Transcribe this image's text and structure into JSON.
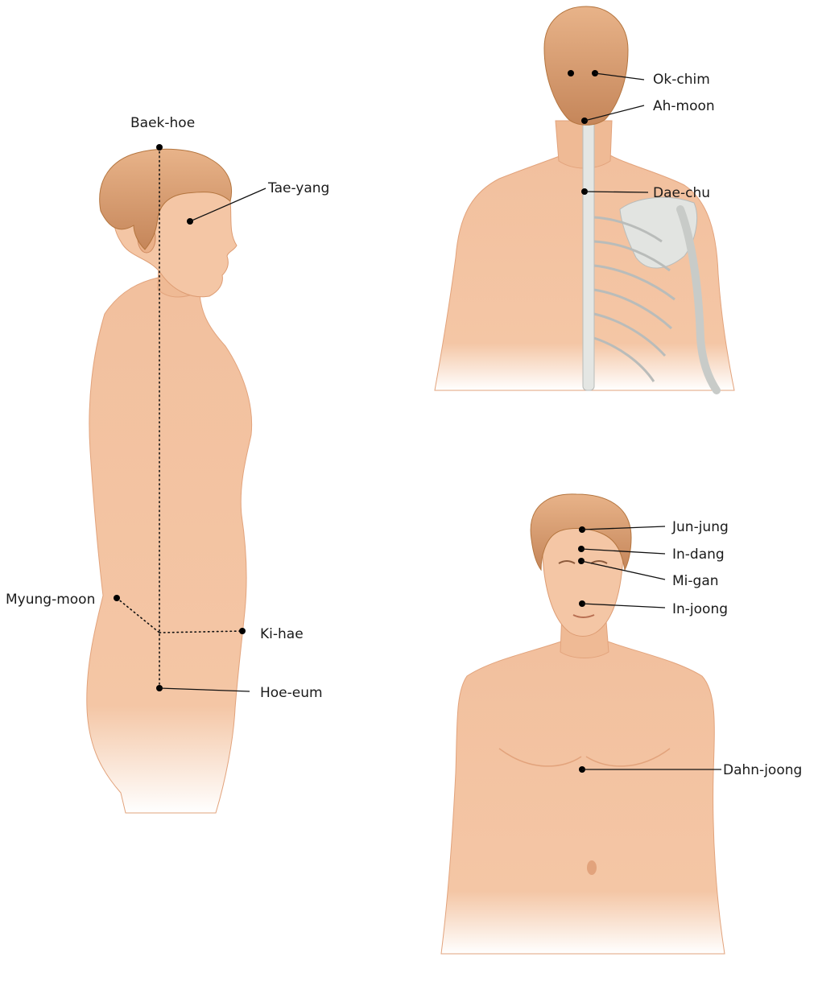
{
  "figures": {
    "side_view": {
      "labels": {
        "baek_hoe": "Baek-hoe",
        "tae_yang": "Tae-yang",
        "myung_moon": "Myung-moon",
        "ki_hae": "Ki-hae",
        "hoe_eum": "Hoe-eum"
      }
    },
    "back_view": {
      "labels": {
        "ok_chim": "Ok-chim",
        "ah_moon": "Ah-moon",
        "dae_chu": "Dae-chu"
      }
    },
    "front_view": {
      "labels": {
        "jun_jung": "Jun-jung",
        "in_dang": "In-dang",
        "mi_gan": "Mi-gan",
        "in_joong": "In-joong",
        "dahn_joong": "Dahn-joong"
      }
    }
  },
  "colors": {
    "skin": "#f5c8a6",
    "skin_shadow": "#e7a57f",
    "hair": "#d99a6a",
    "hair_dark": "#b87748",
    "bone": "#e4e6e3",
    "ink": "#111111"
  }
}
